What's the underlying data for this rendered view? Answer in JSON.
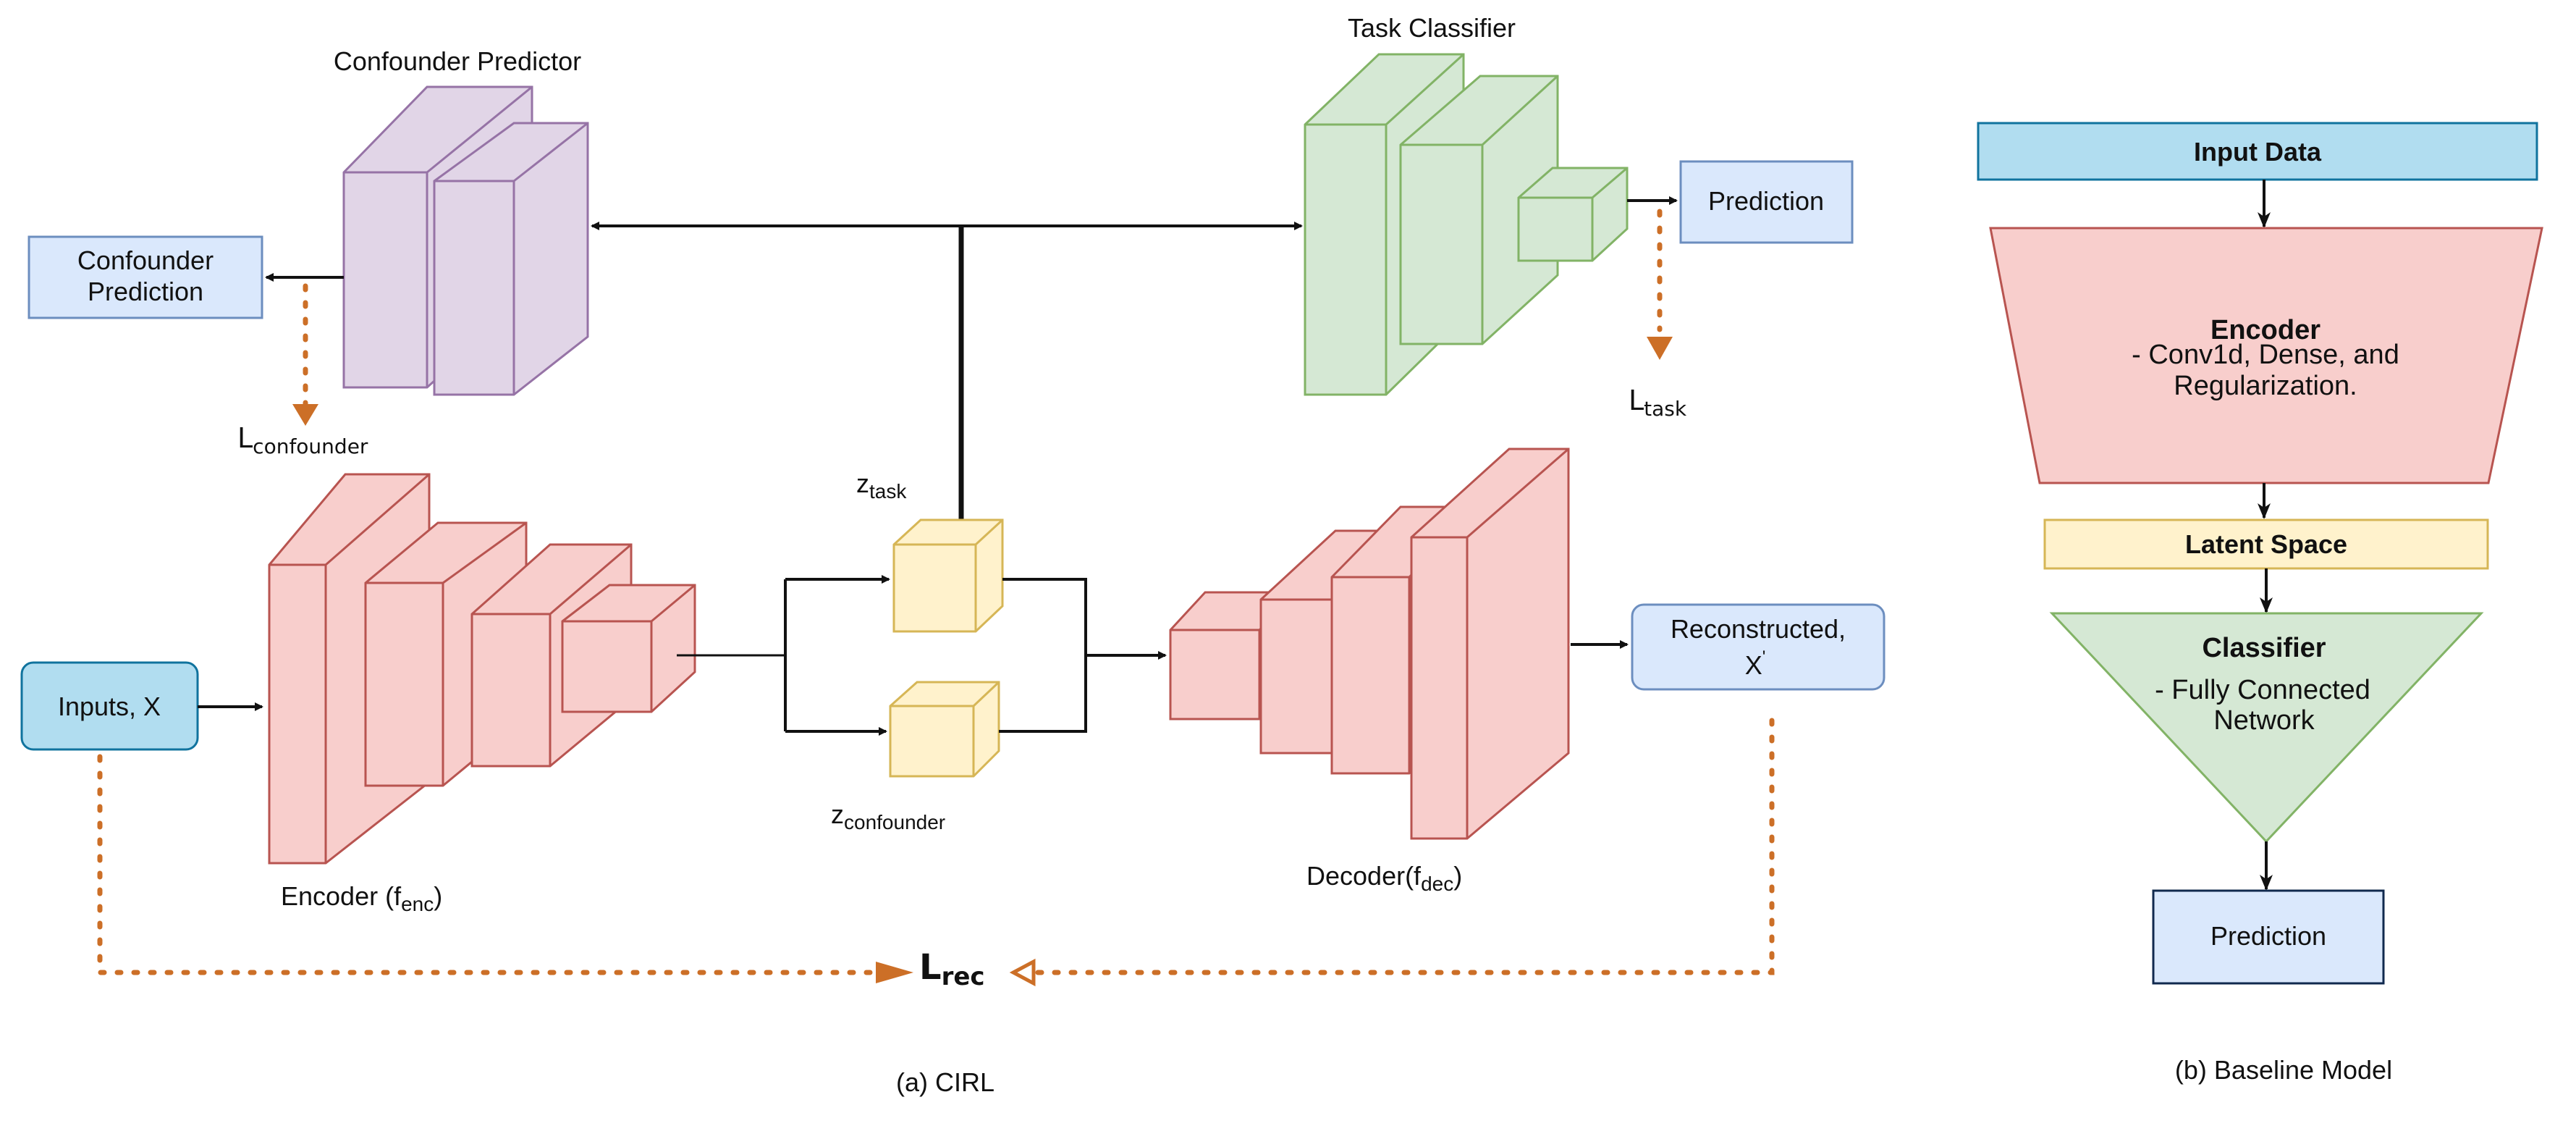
{
  "cirl": {
    "confounder_predictor_title": "Confounder Predictor",
    "task_classifier_title": "Task Classifier",
    "confounder_prediction_line1": "Confounder",
    "confounder_prediction_line2": "Prediction",
    "prediction": "Prediction",
    "inputs": "Inputs, X",
    "reconstructed_line1": "Reconstructed,",
    "reconstructed_line2": "X",
    "reconstructed_prime": "'",
    "loss_confounder": {
      "base": "L",
      "sub": "confounder"
    },
    "loss_task": {
      "base": "L",
      "sub": "task"
    },
    "loss_rec": {
      "base": "L",
      "sub": "rec"
    },
    "z_task": {
      "base": "z",
      "sub": "task"
    },
    "z_confounder": {
      "base": "z",
      "sub": "confounder"
    },
    "encoder": {
      "text": "Encoder (f",
      "sub": "enc",
      "close": ")"
    },
    "decoder": {
      "text": "Decoder(f",
      "sub": "dec",
      "close": ")"
    },
    "caption": "(a) CIRL"
  },
  "baseline": {
    "input_data": "Input Data",
    "encoder_title": "Encoder",
    "encoder_line1": "- Conv1d, Dense, and",
    "encoder_line2": "Regularization.",
    "latent_space": "Latent Space",
    "classifier_title": "Classifier",
    "classifier_line1": "- Fully Connected",
    "classifier_line2": "Network",
    "prediction": "Prediction",
    "caption": "(b) Baseline Model"
  },
  "colors": {
    "blue_fill": "#dae8fc",
    "blue_stroke": "#6c8ebf",
    "input_fill": "#b1ddf0",
    "input_stroke": "#10739e",
    "red_fill": "#f8cecc",
    "red_stroke": "#b85450",
    "green_fill": "#d5e8d4",
    "green_stroke": "#82b366",
    "yellow_fill": "#fff2cc",
    "yellow_stroke": "#d6b656",
    "purple_fill": "#e1d5e7",
    "purple_stroke": "#9673a6",
    "loss_arrow": "#cc6f27"
  }
}
